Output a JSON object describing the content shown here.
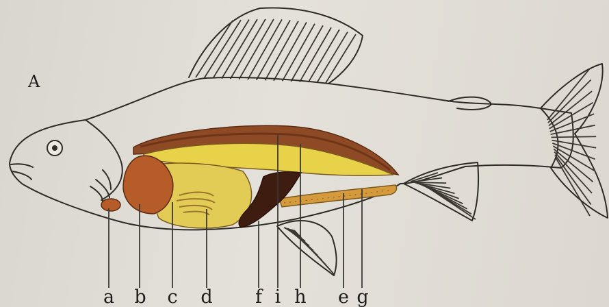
{
  "panel_letter": "A",
  "labels": [
    "a",
    "b",
    "c",
    "d",
    "f",
    "i",
    "h",
    "e",
    "g"
  ],
  "colors": {
    "background": "#dcd8d0",
    "outline": "#2e2b27",
    "body_fill": "#e6e3dc",
    "kidney": "#8e4a24",
    "kidney_stripe": "#6e3518",
    "swim_bladder": "#e8d24a",
    "liver": "#b65c28",
    "intestine": "#e3cc56",
    "gonad": "#d49a3c",
    "dark_organ": "#3e1c10"
  }
}
